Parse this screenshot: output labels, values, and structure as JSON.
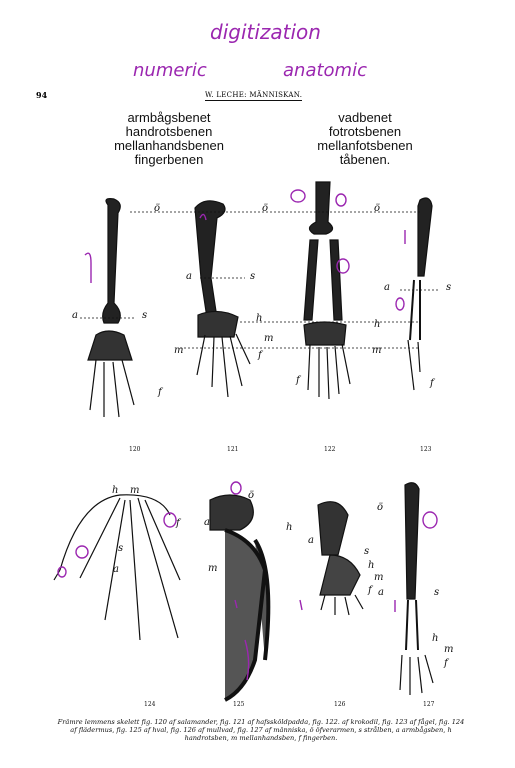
{
  "annotations": {
    "top": "digitization",
    "left": "numeric",
    "right": "anatomic"
  },
  "header": {
    "page_number": "94",
    "running_head": "W. LECHE: MÄNNISKAN."
  },
  "columns": {
    "left": [
      "armbågsbenet",
      "handrotsbenen",
      "mellanhandsbenen",
      "fingerbenen"
    ],
    "right": [
      "vadbenet",
      "fotrotsbenen",
      "mellanfotsbenen",
      "tåbenen."
    ]
  },
  "figures": {
    "top": [
      "120",
      "121",
      "122",
      "123"
    ],
    "bottom": [
      "124",
      "125",
      "126",
      "127"
    ]
  },
  "letters": {
    "o": "ö",
    "a": "a",
    "s": "s",
    "h": "h",
    "m": "m",
    "f": "f"
  },
  "caption": "Främre lemmens skelett fig. 120 af salamander, fig. 121 af hafssköldpadda, fig. 122. af krokodil, fig. 123 af fågel, fig. 124 af flädermus, fig. 125 af hval, fig. 126 af mullvad, fig. 127 af människa, ö öfverarmen, s strålben, a armbågsben, h handrotsben, m mellanhandsben, f fingerben.",
  "colors": {
    "ink": "#111111",
    "annotation": "#9b27b0"
  }
}
